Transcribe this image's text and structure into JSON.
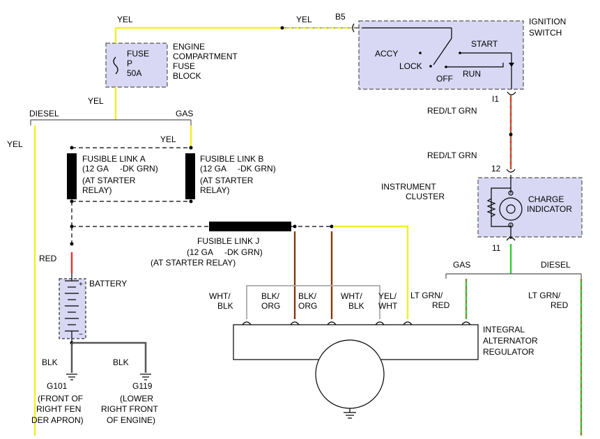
{
  "colors": {
    "yellow": "#f2ee2a",
    "red": "#e83030",
    "orange": "#c8641e",
    "green": "#3cc83c",
    "gray_wire": "#555555",
    "component_fill": "#d8d8f4",
    "fusible_link_fill": "#000000"
  },
  "labels": {
    "yel_top_left": "YEL",
    "yel_top_right": "YEL",
    "b5": "B5",
    "ignition_switch": [
      "IGNITION",
      "SWITCH"
    ],
    "accy": "ACCY",
    "start": "START",
    "lock": "LOCK",
    "run": "RUN",
    "off": "OFF",
    "fuse_box": [
      "FUSE",
      "P",
      "50A"
    ],
    "fuse_block": [
      "ENGINE",
      "COMPARTMENT",
      "FUSE",
      "BLOCK"
    ],
    "yel_below_fuse": "YEL",
    "diesel_left": "DIESEL",
    "gas_left": "GAS",
    "yel_left_wire": "YEL",
    "yel_gas_wire": "YEL",
    "fusible_link_a": [
      "FUSIBLE LINK A",
      "(12 GA     -DK GRN)",
      "(AT STARTER",
      "RELAY)"
    ],
    "fusible_link_b": [
      "FUSIBLE LINK B",
      "(12 GA     -DK GRN)",
      "(AT STARTER",
      "RELAY)"
    ],
    "fusible_link_j": [
      "FUSIBLE LINK J",
      "(12 GA     -DK GRN)",
      "(AT STARTER RELAY)"
    ],
    "i1": "I1",
    "red_lt_grn_1": "RED/LT GRN",
    "red_lt_grn_2": "RED/LT GRN",
    "pin_12": "12",
    "pin_11": "11",
    "instrument_cluster": [
      "INSTRUMENT",
      "CLUSTER"
    ],
    "charge_indicator": [
      "CHARGE",
      "INDICATOR"
    ],
    "red": "RED",
    "battery": "BATTERY",
    "gas_right": "GAS",
    "diesel_right": "DIESEL",
    "wht_blk_1": [
      "WHT/",
      "BLK"
    ],
    "blk_org_1": [
      "BLK/",
      "ORG"
    ],
    "blk_org_2": [
      "BLK/",
      "ORG"
    ],
    "wht_blk_2": [
      "WHT/",
      "BLK"
    ],
    "yel_wht": [
      "YEL/",
      "WHT"
    ],
    "lt_grn_red_1": [
      "LT GRN/",
      "RED"
    ],
    "lt_grn_red_2": [
      "LT GRN/",
      "RED"
    ],
    "regulator": [
      "INTEGRAL",
      "ALTERNATOR",
      "REGULATOR"
    ],
    "blk_1": "BLK",
    "blk_2": "BLK",
    "g101": [
      "G101",
      "(FRONT OF",
      "RIGHT FEN",
      "DER APRON)"
    ],
    "g119": [
      "G119",
      "(LOWER",
      "RIGHT FRONT",
      "OF ENGINE)"
    ]
  }
}
